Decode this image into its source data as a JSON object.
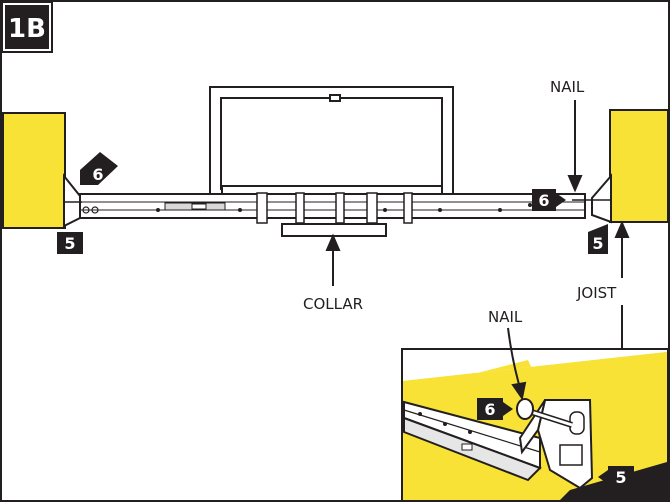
{
  "step_label": "1B",
  "labels": {
    "nail_top": "NAIL",
    "collar": "COLLAR",
    "joist": "JOIST",
    "nail_inset": "NAIL"
  },
  "callouts": {
    "six": "6",
    "five": "5"
  },
  "colors": {
    "joist_yellow": "#f7e235",
    "outline": "#231f20",
    "badge": "#231f20",
    "rail_gray": "#d9d9d9"
  }
}
